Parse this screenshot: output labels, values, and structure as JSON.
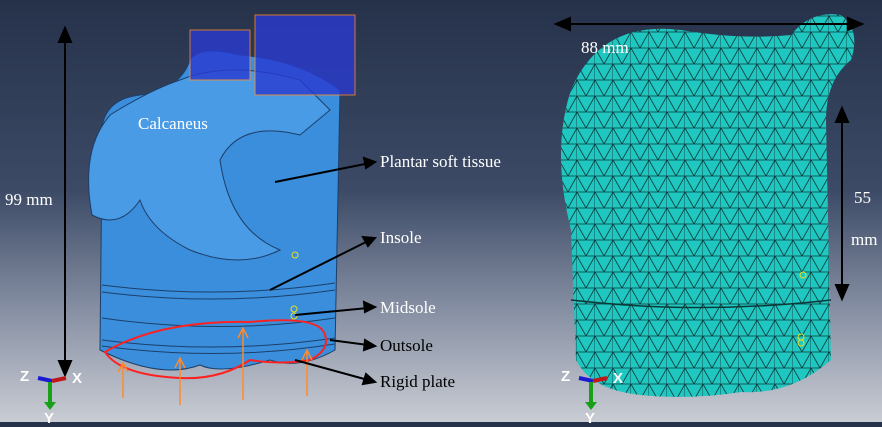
{
  "left_panel": {
    "dimension": "99 mm",
    "labels": {
      "calcaneus": "Calcaneus",
      "plantar_soft_tissue": "Plantar soft tissue",
      "insole": "Insole",
      "midsole": "Midsole",
      "outsole": "Outsole",
      "rigid_plate": "Rigid plate"
    },
    "axes": {
      "z": "Z",
      "x": "X",
      "y": "Y"
    }
  },
  "right_panel": {
    "width_dimension": "88 mm",
    "height_dimension_value": "55",
    "height_dimension_unit": "mm",
    "axes": {
      "z": "Z",
      "x": "X",
      "y": "Y"
    }
  },
  "colors": {
    "model": "#3a8edb",
    "mesh": "#20c6c0",
    "rigid_plate": "#ff2020",
    "load": "#ff8a2a"
  }
}
